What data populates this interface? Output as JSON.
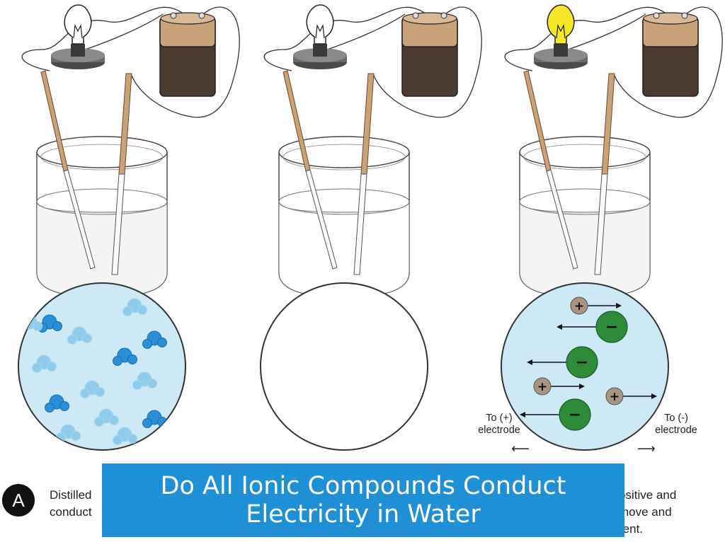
{
  "panels": [
    {
      "id": "distilled-water",
      "bulb_on": false,
      "content": "water"
    },
    {
      "id": "solid-lattice",
      "bulb_on": false,
      "content": "lattice"
    },
    {
      "id": "ionic-solution",
      "bulb_on": true,
      "content": "ions"
    }
  ],
  "ion_labels": {
    "cation_symbol": "+",
    "anion_symbol": "−",
    "to_positive_line1": "To (+)",
    "to_positive_line2": "electrode",
    "to_negative_line1": "To (-)",
    "to_negative_line2": "electrode",
    "left_arrow": "⟵",
    "right_arrow": "⟶"
  },
  "caption": {
    "letter": "A",
    "left_line1": "Distilled",
    "left_line2": "conduct",
    "right_line1": "ositive and",
    "right_line2": "move and",
    "right_line3": "rent."
  },
  "banner_title": "Do All Ionic Compounds Conduct Electricity in Water",
  "colors": {
    "water_fill": "#cde9f5",
    "molecule_blue": "#2a8fd6",
    "molecule_faint": "#8fcbea",
    "lattice_tan": "#a89482",
    "lattice_white": "#f5f5f5",
    "cation": "#a89482",
    "anion": "#2e8b3a",
    "electrode": "#c9a27a",
    "battery_dark": "#4a3a30",
    "battery_top": "#c9a27a",
    "bulb_on": "#f5e62a",
    "banner": "#1f8fd6"
  }
}
